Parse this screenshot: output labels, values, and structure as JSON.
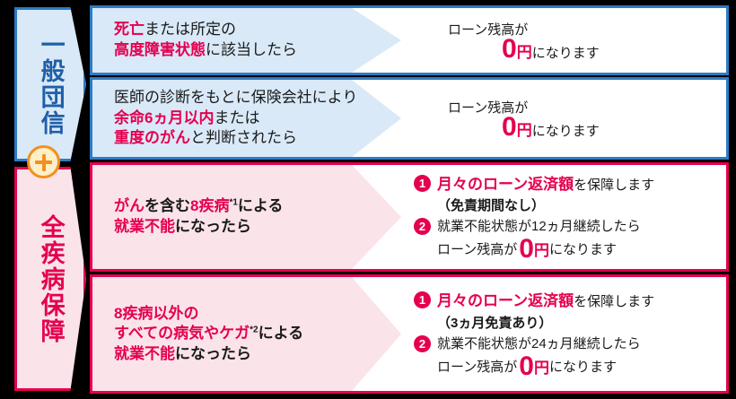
{
  "colors": {
    "blue_border": "#2E7BC4",
    "blue_fill": "#D9E9F8",
    "blue_text": "#1F5FA8",
    "pink_border": "#E4004F",
    "pink_fill": "#FBE3EA",
    "pink_text": "#E4004F",
    "badge_border": "#F28F1E",
    "badge_fill": "#FDEFC8",
    "background": "#000000"
  },
  "side_labels": {
    "general": "一般団信",
    "all_disease": "全疾病保障",
    "plus_badge": "plus-icon"
  },
  "rows": [
    {
      "type": "blue",
      "condition": {
        "lines": [
          [
            {
              "t": "死亡",
              "s": "em"
            },
            {
              "t": "または所定の",
              "s": "plain"
            }
          ],
          [
            {
              "t": "高度障害状態",
              "s": "em"
            },
            {
              "t": "に該当したら",
              "s": "plain"
            }
          ]
        ]
      },
      "benefit": {
        "style": "simple",
        "line1": "ローン残高が",
        "amount": "0",
        "unit": "円",
        "suffix": "になります"
      }
    },
    {
      "type": "blue",
      "condition": {
        "lines": [
          [
            {
              "t": "医師の診断をもとに保険会社により",
              "s": "plain"
            }
          ],
          [
            {
              "t": "余命6ヵ月以内",
              "s": "em"
            },
            {
              "t": "または",
              "s": "plain"
            }
          ],
          [
            {
              "t": "重度のがん",
              "s": "em"
            },
            {
              "t": "と判断されたら",
              "s": "plain"
            }
          ]
        ]
      },
      "benefit": {
        "style": "simple",
        "line1": "ローン残高が",
        "amount": "0",
        "unit": "円",
        "suffix": "になります"
      }
    },
    {
      "type": "pink",
      "condition": {
        "lines": [
          [
            {
              "t": "がん",
              "s": "em"
            },
            {
              "t": "を含む",
              "s": "plainb"
            },
            {
              "t": "8疾病",
              "s": "em"
            },
            {
              "t": "*1",
              "s": "note"
            },
            {
              "t": "による",
              "s": "plainb"
            }
          ],
          [
            {
              "t": "就業不能",
              "s": "em"
            },
            {
              "t": "になったら",
              "s": "plainb"
            }
          ]
        ]
      },
      "benefit": {
        "style": "numbered",
        "items": [
          {
            "num": "❶",
            "num_label": "1",
            "highlight": "月々のローン返済額",
            "text": "を保障します",
            "sub": "（免責期間なし）"
          },
          {
            "num": "❷",
            "num_label": "2",
            "text": "就業不能状態が12ヵ月継続したら",
            "cont_prefix": "ローン残高が",
            "amount": "0",
            "unit": "円",
            "cont_suffix": "になります"
          }
        ]
      }
    },
    {
      "type": "pink",
      "condition": {
        "lines": [
          [
            {
              "t": "8疾病以外の",
              "s": "em"
            }
          ],
          [
            {
              "t": "すべての病気やケガ",
              "s": "em"
            },
            {
              "t": "*2",
              "s": "note"
            },
            {
              "t": "による",
              "s": "plainb"
            }
          ],
          [
            {
              "t": "就業不能",
              "s": "em"
            },
            {
              "t": "になったら",
              "s": "plainb"
            }
          ]
        ]
      },
      "benefit": {
        "style": "numbered",
        "items": [
          {
            "num": "❶",
            "num_label": "1",
            "highlight": "月々のローン返済額",
            "text": "を保障します",
            "sub": "（3ヵ月免責あり）"
          },
          {
            "num": "❷",
            "num_label": "2",
            "text": "就業不能状態が24ヵ月継続したら",
            "cont_prefix": "ローン残高が",
            "amount": "0",
            "unit": "円",
            "cont_suffix": "になります"
          }
        ]
      }
    }
  ]
}
